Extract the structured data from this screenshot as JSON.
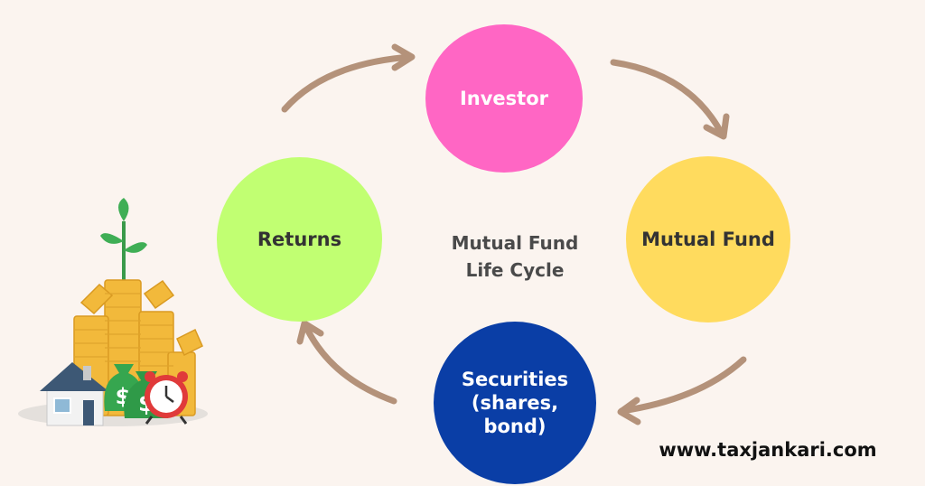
{
  "diagram": {
    "title_line1": "Mutual Fund",
    "title_line2": "Life Cycle",
    "nodes": {
      "investor": {
        "label": "Investor",
        "color": "#ff66c4"
      },
      "mutual_fund": {
        "label": "Mutual Fund",
        "color": "#ffdb5e"
      },
      "securities": {
        "label": "Securities (shares, bond)",
        "color": "#0a3ea6"
      },
      "returns": {
        "label": "Returns",
        "color": "#c1ff72"
      }
    },
    "arrow_color": "#b4927a",
    "flow": [
      "investor",
      "mutual_fund",
      "securities",
      "returns",
      "investor"
    ]
  },
  "footer": {
    "website": "www.taxjankari.com"
  },
  "illustration": {
    "icons": [
      "plant-icon",
      "coin-stack-icon",
      "house-icon",
      "money-bag-icon",
      "alarm-clock-icon"
    ]
  }
}
